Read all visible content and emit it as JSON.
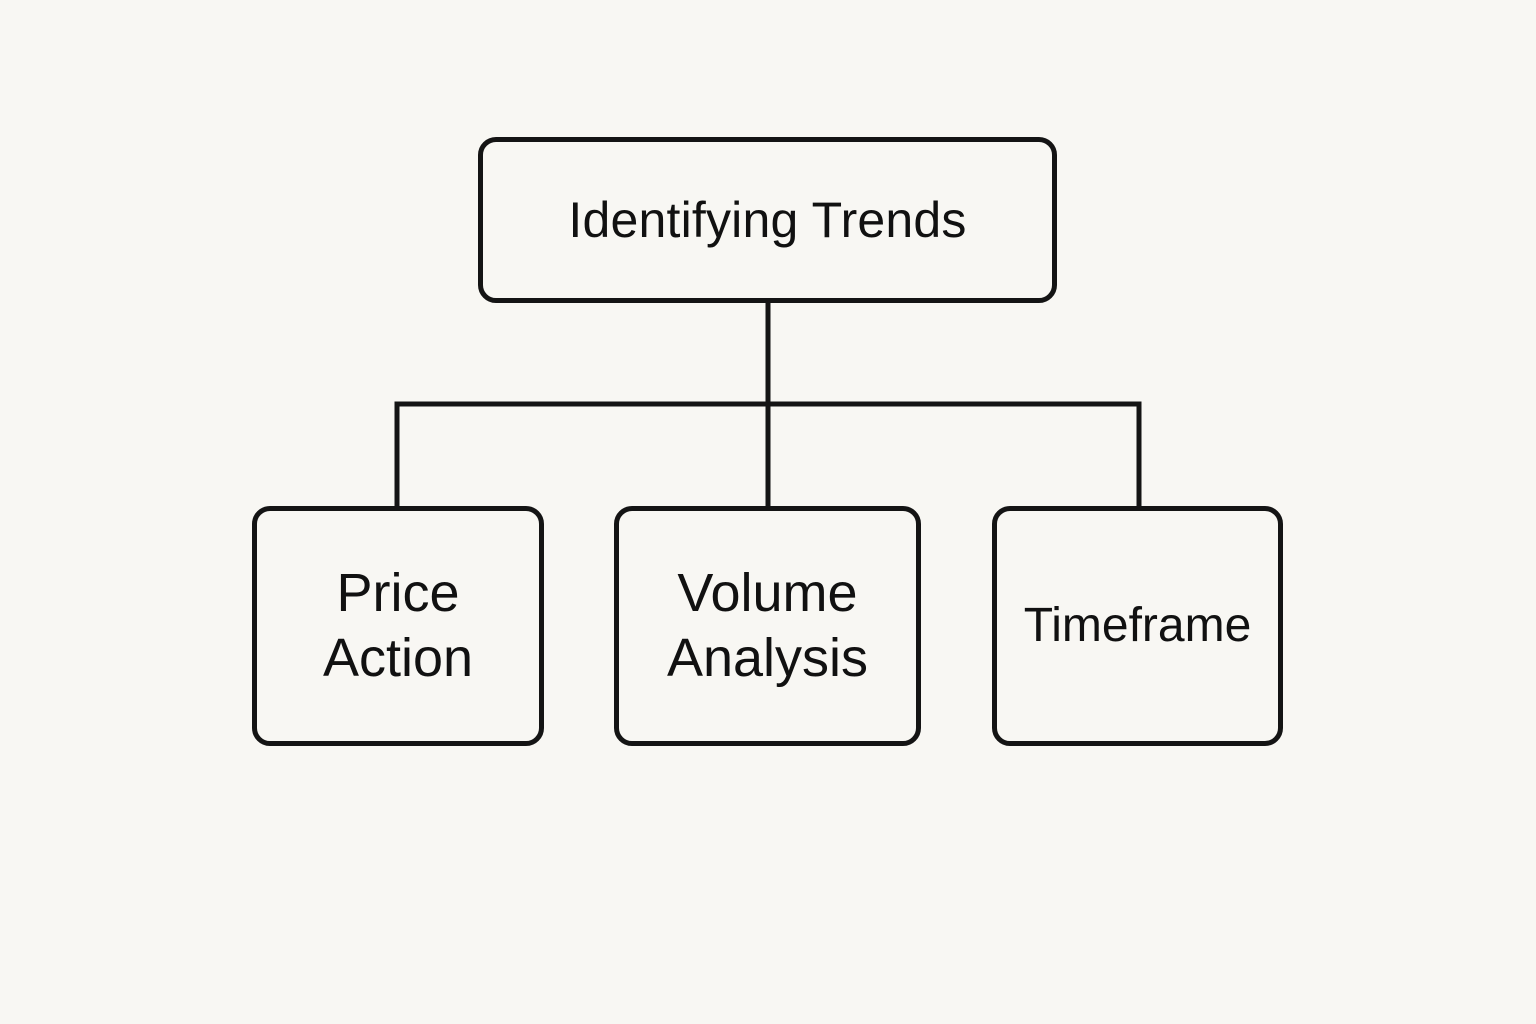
{
  "diagram": {
    "root": {
      "label": "Identifying Trends"
    },
    "children": [
      {
        "label": "Price\nAction"
      },
      {
        "label": "Volume\nAnalysis"
      },
      {
        "label": "Timeframe"
      }
    ]
  },
  "colors": {
    "background": "#f8f7f3",
    "stroke": "#141414",
    "text": "#111111"
  }
}
